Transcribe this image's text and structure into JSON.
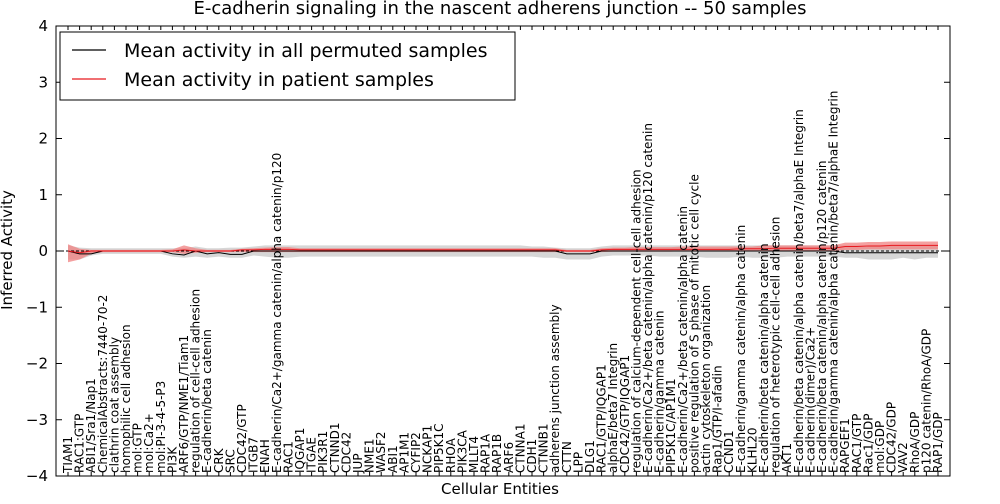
{
  "chart_data": {
    "type": "line",
    "title": "E-cadherin signaling in the nascent adherens junction -- 50 samples",
    "xlabel": "Cellular Entities",
    "ylabel": "Inferred Activity",
    "ylim": [
      -4,
      4
    ],
    "yticks": [
      "−4",
      "−3",
      "−2",
      "−1",
      "0",
      "1",
      "2",
      "3",
      "4"
    ],
    "grid": false,
    "legend_position": "top-left",
    "colors": {
      "permuted": "#000000",
      "patient": "#e8191f",
      "permuted_band": "#cccccc",
      "patient_band": "#f08080"
    },
    "categories": [
      "TIAM1",
      "RAC1:GTP",
      "ABI1/Sra1/Nap1",
      "ChemicalAbstracts:7440-70-2",
      "clathrin coat assembly",
      "homophilic cell adhesion",
      "mol:GTP",
      "mol:Ca2+",
      "mol:PI-3-4-5-P3",
      "PI3K",
      "ARF6/GTP/NME1/Tiam1",
      "regulation of cell-cell adhesion",
      "E-cadherin/beta catenin",
      "CRK",
      "SRC",
      "CDC42/GTP",
      "ITGB7",
      "ENAH",
      "E-cadherin/Ca2+/gamma catenin/alpha catenin/p120",
      "RAC1",
      "IQGAP1",
      "ITGAE",
      "PIK3R1",
      "CTNND1",
      "CDC42",
      "JUP",
      "NME1",
      "WASF2",
      "ABI1",
      "AP1M1",
      "CYFIP2",
      "NCKAP1",
      "PIP5K1C",
      "RHOA",
      "PIK3CA",
      "MLLT4",
      "RAP1A",
      "RAP1B",
      "ARF6",
      "CTNNA1",
      "CDH1",
      "CTNNB1",
      "adherens junction assembly",
      "CTTN",
      "LPP",
      "DLG1",
      "RAC1/GTP/IQGAP1",
      "alphaE/beta7 Integrin",
      "CDC42/GTP/IQGAP1",
      "regulation of calcium-dependent cell-cell adhesion",
      "E-cadherin/Ca2+/beta catenin/alpha catenin/p120 catenin",
      "E-cadherin/gamma catenin",
      "PIP5K1C/AP1M1",
      "E-cadherin/Ca2+/beta catenin/alpha catenin",
      "positive regulation of S phase of mitotic cell cycle",
      "actin cytoskeleton organization",
      "Rap1/GTP/I-afadin",
      "CCND1",
      "E-cadherin/gamma catenin/alpha catenin",
      "KLHL20",
      "E-cadherin/beta catenin/alpha catenin",
      "regulation of heterotypic cell-cell adhesion",
      "AKT1",
      "E-cadherin/beta catenin/alpha catenin/beta7/alphaE Integrin",
      "E-cadherin(dimer)/Ca2+",
      "E-cadherin/beta catenin/alpha catenin/p120 catenin",
      "E-cadherin/gamma catenin/alpha catenin/beta7/alphaE Integrin",
      "RAPGEF1",
      "RAC1/GTP",
      "Rac1/GDP",
      "mol:GDP",
      "CDC42/GDP",
      "VAV2",
      "RhoA/GDP",
      "p120 catenin/RhoA/GDP",
      "RAP1/GDP"
    ],
    "series": [
      {
        "name": "Mean activity in all permuted samples",
        "values": [
          0.0,
          -0.05,
          -0.05,
          0.0,
          0.0,
          0.0,
          0.0,
          0.0,
          0.0,
          -0.05,
          -0.07,
          0.0,
          -0.05,
          -0.03,
          -0.06,
          -0.06,
          0.0,
          0.0,
          0.0,
          0.0,
          0.0,
          0.0,
          0.0,
          0.0,
          0.0,
          0.0,
          0.0,
          0.0,
          0.0,
          0.0,
          0.0,
          0.0,
          0.0,
          0.0,
          0.0,
          0.0,
          0.0,
          0.0,
          0.0,
          0.0,
          0.0,
          0.0,
          0.0,
          -0.05,
          -0.05,
          -0.05,
          0.0,
          0.0,
          0.0,
          0.0,
          0.0,
          0.0,
          0.0,
          0.0,
          0.0,
          0.0,
          0.0,
          0.0,
          0.0,
          0.0,
          0.0,
          0.0,
          0.0,
          0.0,
          0.0,
          0.0,
          0.0,
          -0.03,
          -0.03,
          -0.03,
          -0.03,
          -0.03,
          -0.03,
          -0.03,
          -0.03,
          -0.03
        ],
        "band_low": [
          -0.15,
          -0.15,
          -0.08,
          -0.05,
          -0.05,
          -0.05,
          -0.05,
          -0.05,
          -0.05,
          -0.1,
          -0.12,
          -0.1,
          -0.12,
          -0.1,
          -0.12,
          -0.12,
          -0.08,
          -0.1,
          -0.12,
          -0.12,
          -0.1,
          -0.1,
          -0.1,
          -0.1,
          -0.1,
          -0.1,
          -0.1,
          -0.1,
          -0.1,
          -0.1,
          -0.1,
          -0.1,
          -0.1,
          -0.1,
          -0.1,
          -0.1,
          -0.1,
          -0.1,
          -0.1,
          -0.1,
          -0.1,
          -0.12,
          -0.12,
          -0.15,
          -0.15,
          -0.15,
          -0.1,
          -0.08,
          -0.08,
          -0.08,
          -0.08,
          -0.1,
          -0.1,
          -0.1,
          -0.1,
          -0.12,
          -0.12,
          -0.12,
          -0.1,
          -0.12,
          -0.12,
          -0.12,
          -0.1,
          -0.1,
          -0.1,
          -0.1,
          -0.1,
          -0.12,
          -0.12,
          -0.15,
          -0.15,
          -0.15,
          -0.12,
          -0.15,
          -0.12,
          -0.12
        ],
        "band_high": [
          0.1,
          0.06,
          0.05,
          0.05,
          0.05,
          0.05,
          0.05,
          0.05,
          0.05,
          0.05,
          0.05,
          0.08,
          0.05,
          0.05,
          0.06,
          0.06,
          0.08,
          0.1,
          0.1,
          0.1,
          0.1,
          0.1,
          0.1,
          0.1,
          0.1,
          0.1,
          0.1,
          0.1,
          0.1,
          0.1,
          0.1,
          0.1,
          0.1,
          0.1,
          0.1,
          0.1,
          0.1,
          0.1,
          0.1,
          0.1,
          0.08,
          0.08,
          0.06,
          0.05,
          0.05,
          0.05,
          0.08,
          0.1,
          0.1,
          0.1,
          0.1,
          0.1,
          0.1,
          0.1,
          0.1,
          0.1,
          0.1,
          0.1,
          0.1,
          0.1,
          0.1,
          0.1,
          0.1,
          0.1,
          0.1,
          0.1,
          0.1,
          0.1,
          0.1,
          0.1,
          0.1,
          0.1,
          0.1,
          0.1,
          0.1,
          0.1
        ]
      },
      {
        "name": "Mean activity in patient samples",
        "values": [
          0.0,
          -0.03,
          0.0,
          0.0,
          0.0,
          0.0,
          0.0,
          0.0,
          0.0,
          0.0,
          0.02,
          0.0,
          0.0,
          0.0,
          0.0,
          0.02,
          0.02,
          0.03,
          0.03,
          0.03,
          0.02,
          0.02,
          0.02,
          0.02,
          0.02,
          0.02,
          0.02,
          0.02,
          0.02,
          0.02,
          0.02,
          0.02,
          0.02,
          0.02,
          0.02,
          0.02,
          0.02,
          0.02,
          0.02,
          0.02,
          0.02,
          0.02,
          0.02,
          0.0,
          0.0,
          0.0,
          0.02,
          0.03,
          0.03,
          0.03,
          0.03,
          0.03,
          0.03,
          0.03,
          0.03,
          0.03,
          0.03,
          0.03,
          0.04,
          0.04,
          0.04,
          0.05,
          0.05,
          0.05,
          0.05,
          0.05,
          0.05,
          0.08,
          0.08,
          0.09,
          0.09,
          0.1,
          0.1,
          0.1,
          0.1,
          0.1
        ],
        "band_low": [
          -0.2,
          -0.15,
          -0.05,
          -0.02,
          -0.02,
          -0.02,
          -0.02,
          -0.02,
          -0.02,
          -0.02,
          -0.05,
          -0.03,
          -0.02,
          -0.02,
          -0.02,
          -0.02,
          -0.02,
          -0.02,
          -0.02,
          -0.02,
          -0.02,
          -0.02,
          -0.02,
          -0.02,
          -0.02,
          -0.02,
          -0.02,
          -0.02,
          -0.02,
          -0.02,
          -0.02,
          -0.02,
          -0.02,
          -0.02,
          -0.02,
          -0.02,
          -0.02,
          -0.02,
          -0.02,
          -0.02,
          -0.02,
          -0.02,
          -0.02,
          -0.02,
          -0.02,
          -0.02,
          -0.02,
          -0.01,
          -0.01,
          -0.01,
          -0.01,
          -0.01,
          -0.01,
          0.0,
          0.0,
          0.0,
          0.0,
          0.0,
          0.0,
          0.0,
          0.0,
          0.0,
          0.0,
          0.0,
          0.0,
          0.0,
          0.0,
          0.02,
          0.02,
          0.03,
          0.03,
          0.03,
          0.03,
          0.03,
          0.03,
          0.03
        ],
        "band_high": [
          0.12,
          0.04,
          0.02,
          0.02,
          0.02,
          0.02,
          0.02,
          0.02,
          0.02,
          0.03,
          0.1,
          0.05,
          0.02,
          0.02,
          0.02,
          0.04,
          0.05,
          0.06,
          0.07,
          0.07,
          0.05,
          0.05,
          0.05,
          0.05,
          0.05,
          0.05,
          0.05,
          0.05,
          0.05,
          0.05,
          0.05,
          0.05,
          0.05,
          0.05,
          0.05,
          0.05,
          0.05,
          0.05,
          0.05,
          0.05,
          0.05,
          0.05,
          0.05,
          0.02,
          0.02,
          0.02,
          0.05,
          0.06,
          0.06,
          0.07,
          0.07,
          0.07,
          0.07,
          0.08,
          0.08,
          0.08,
          0.08,
          0.08,
          0.08,
          0.08,
          0.1,
          0.1,
          0.1,
          0.1,
          0.1,
          0.1,
          0.1,
          0.15,
          0.15,
          0.16,
          0.16,
          0.17,
          0.17,
          0.17,
          0.17,
          0.17
        ]
      }
    ]
  }
}
